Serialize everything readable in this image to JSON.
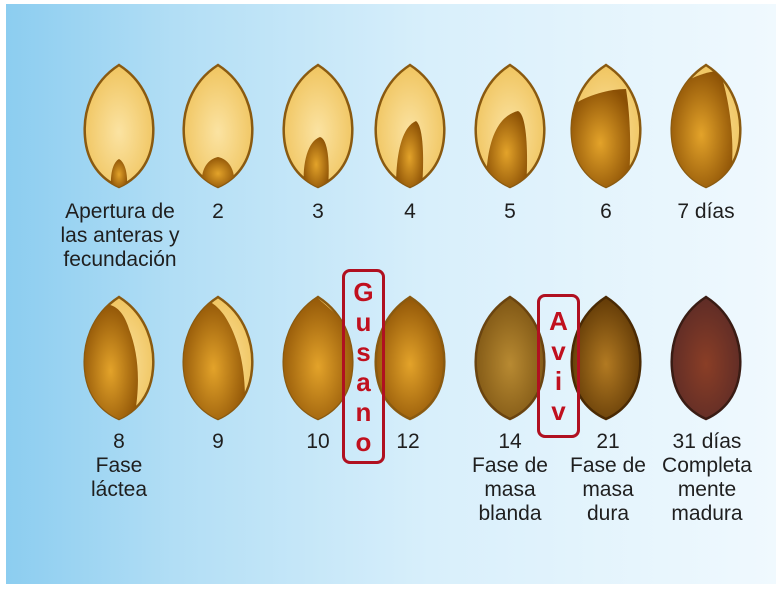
{
  "stage_labels": {
    "row1": [
      "Apertura de\nlas anteras y\nfecundación",
      "2",
      "3",
      "4",
      "5",
      "6",
      "7 días"
    ],
    "row2": [
      "8\nFase\nláctea",
      "9",
      "10",
      "12",
      "14\nFase de\nmasa\nblanda",
      "21\nFase de\nmasa\ndura",
      "31 días\nCompleta\nmente\nmadura"
    ]
  },
  "marker_gusano": [
    "G",
    "u",
    "s",
    "a",
    "n",
    "o"
  ],
  "marker_aviv": [
    "A",
    "v",
    "i",
    "v"
  ],
  "colors": {
    "accent_red": "#c0101e",
    "hull_light": "#f7d27a",
    "kernel_brown": "#9a5e08",
    "ripe_purple": "#5a2a2a"
  }
}
